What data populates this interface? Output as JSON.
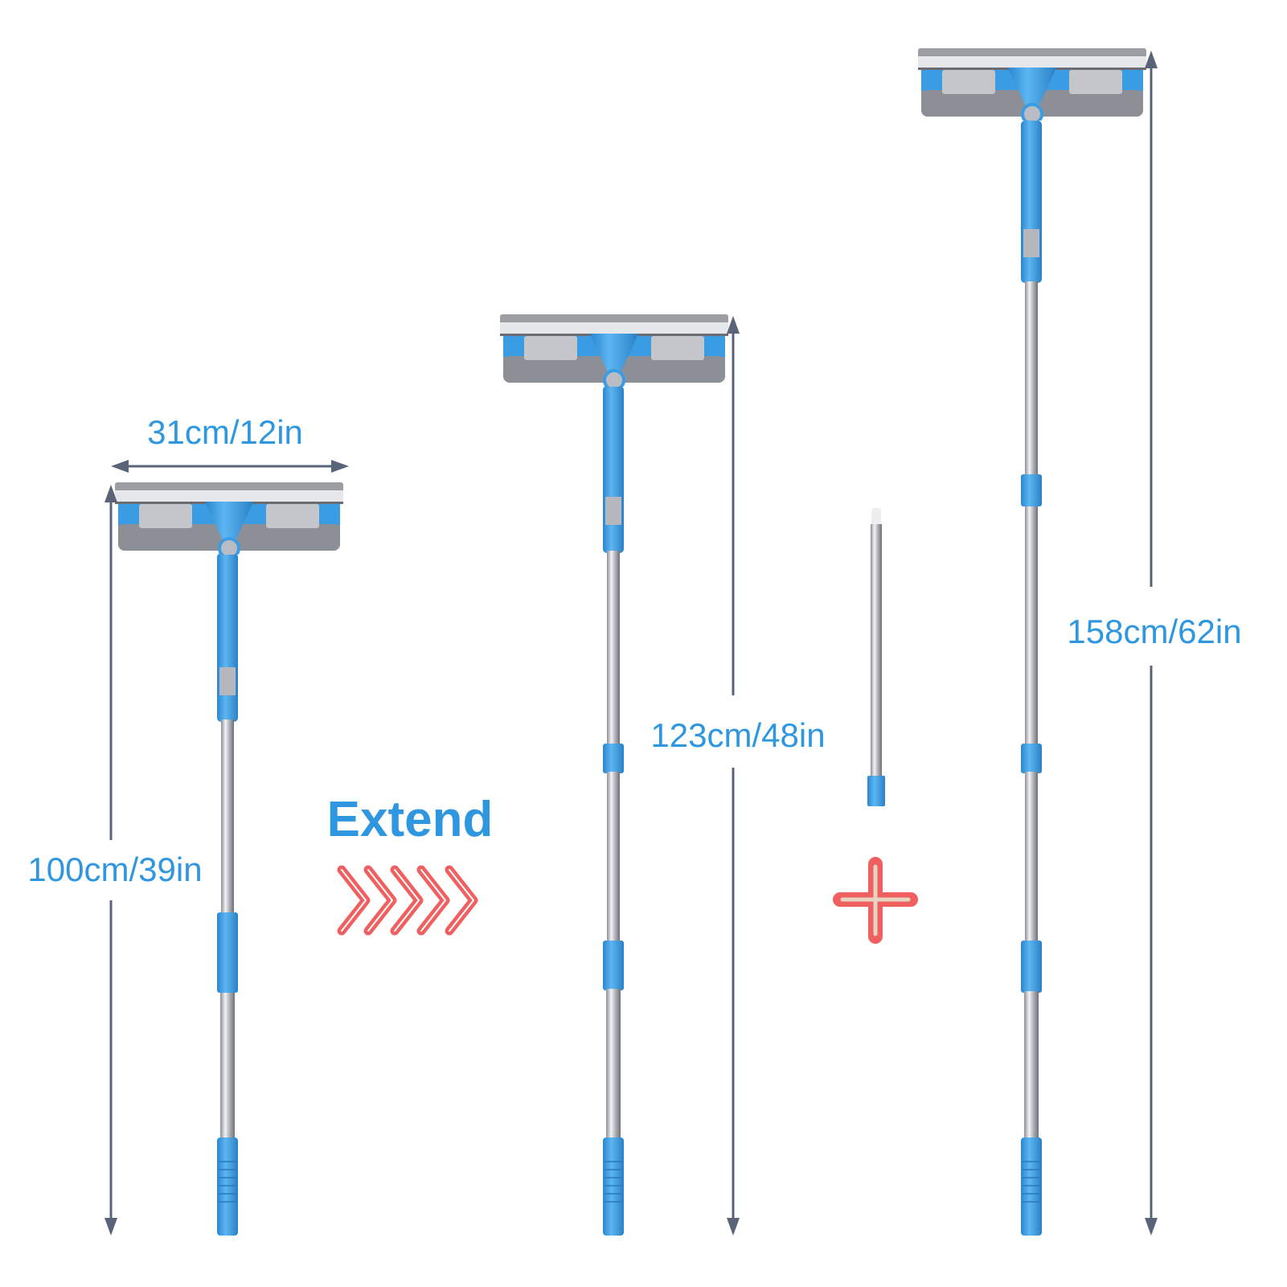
{
  "labels": {
    "head_width": "31cm/12in",
    "short_length": "100cm/39in",
    "mid_length": "123cm/48in",
    "long_length": "158cm/62in",
    "extend": "Extend"
  },
  "icons": [
    "chevrons-right-icon",
    "plus-icon",
    "dimension-arrow-icon"
  ],
  "colors": {
    "accent_blue": "#3a9de3",
    "text_blue": "#2f97e0",
    "arrow_gray": "#5a6478",
    "highlight_red": "#f06060"
  }
}
